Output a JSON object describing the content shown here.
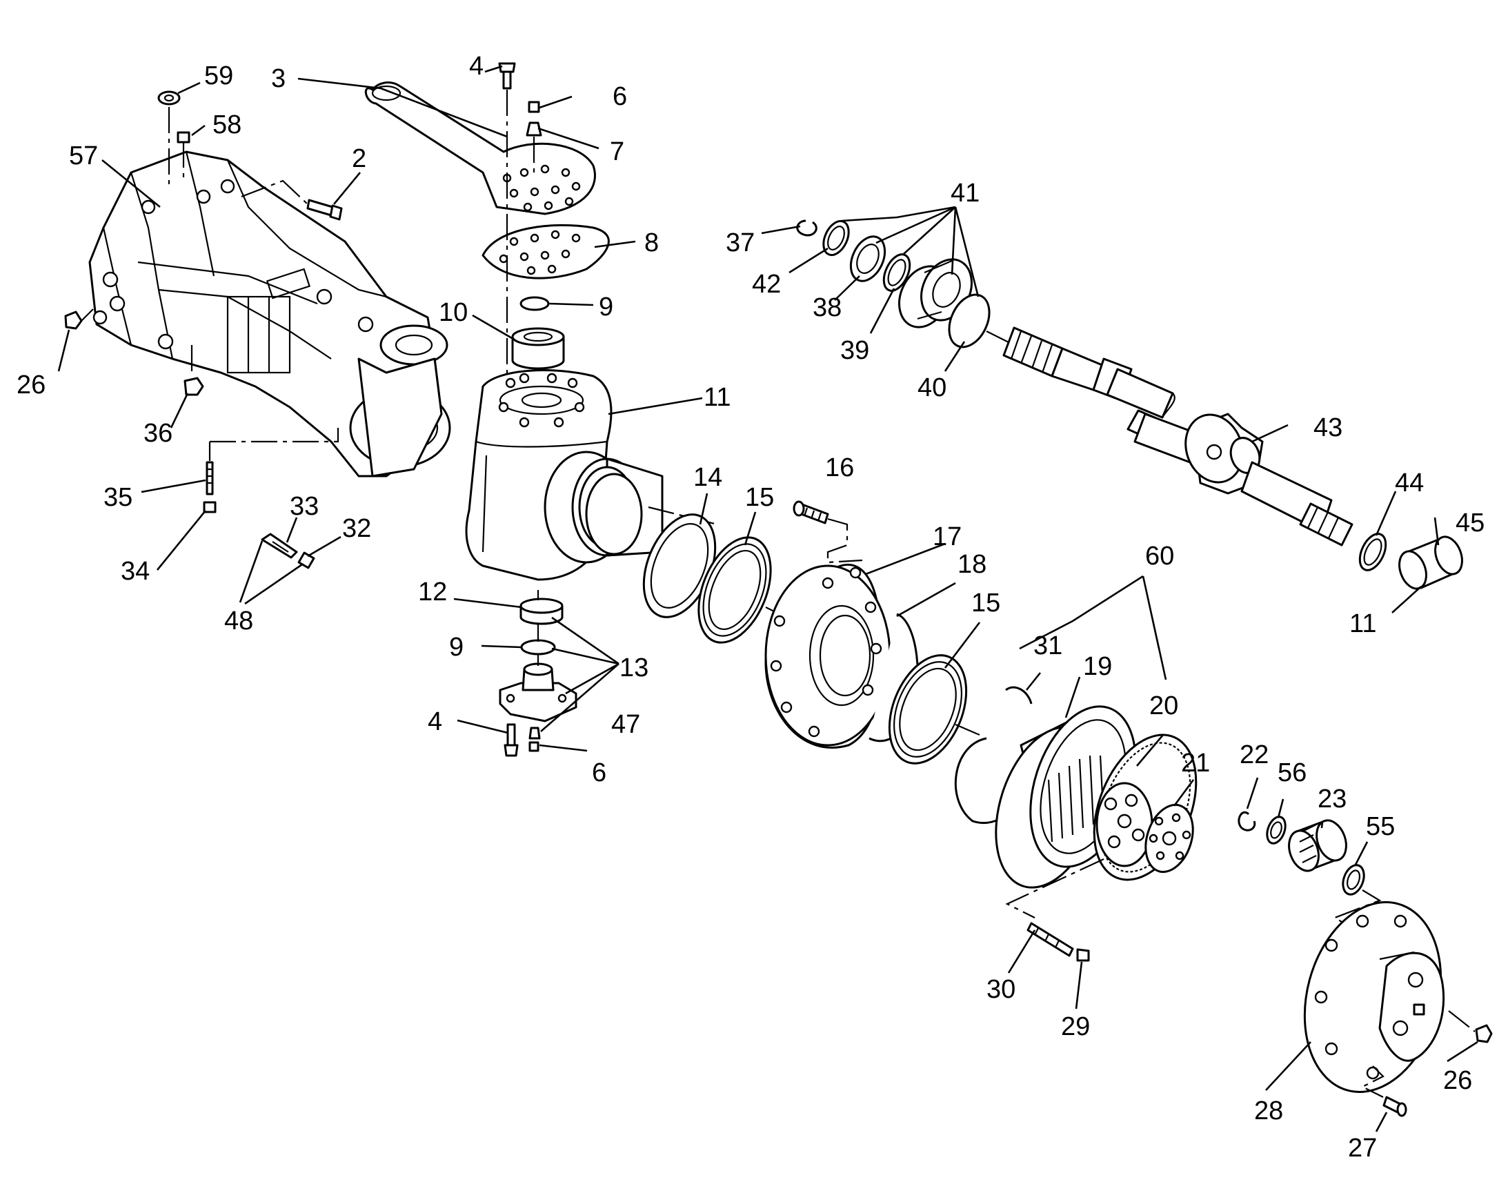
{
  "diagram": {
    "style": "exploded parts drawing, black line art on white",
    "colors": {
      "ink": "#000000",
      "paper": "#ffffff"
    },
    "callouts": {
      "c59": "59",
      "c58": "58",
      "c57": "57",
      "c3": "3",
      "c4a": "4",
      "c6a": "6",
      "c7": "7",
      "c2": "2",
      "c26a": "26",
      "c36": "36",
      "c35": "35",
      "c34": "34",
      "c33": "33",
      "c32": "32",
      "c48": "48",
      "c8": "8",
      "c9a": "9",
      "c10": "10",
      "c11a": "11",
      "c12": "12",
      "c9b": "9",
      "c13": "13",
      "c4b": "4",
      "c47": "47",
      "c6b": "6",
      "c14": "14",
      "c15a": "15",
      "c16": "16",
      "c17": "17",
      "c18": "18",
      "c15b": "15",
      "c60": "60",
      "c31": "31",
      "c19": "19",
      "c20": "20",
      "c21": "21",
      "c22": "22",
      "c56": "56",
      "c23": "23",
      "c55": "55",
      "c30": "30",
      "c29": "29",
      "c28": "28",
      "c26b": "26",
      "c27": "27",
      "c41": "41",
      "c37": "37",
      "c42": "42",
      "c38": "38",
      "c39": "39",
      "c40": "40",
      "c43": "43",
      "c44": "44",
      "c45": "45",
      "c11b": "11"
    }
  }
}
